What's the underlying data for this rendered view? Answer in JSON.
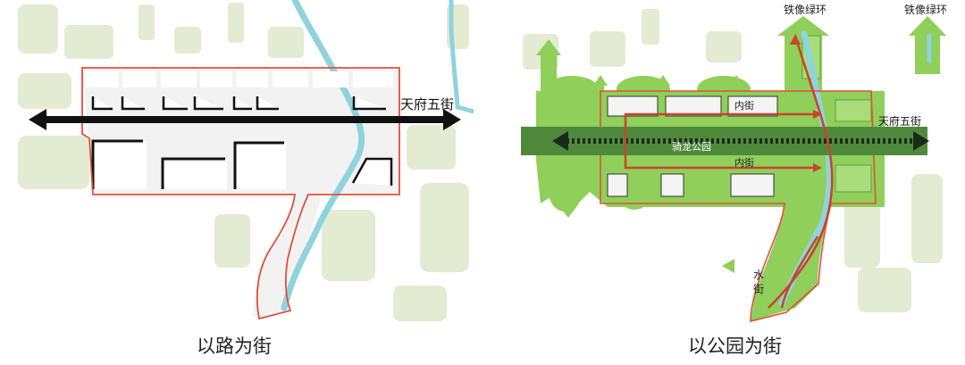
{
  "left_panel": {
    "road_label": "天府五街",
    "caption": "以路为街"
  },
  "right_panel": {
    "green_ring_label_1": "铁像绿环",
    "green_ring_label_2": "铁像绿环",
    "road_label": "天府五街",
    "park_label": "骑龙公园",
    "inner_street_label_1": "内街",
    "inner_street_label_2": "内街",
    "water_street_label": "水街",
    "caption": "以公园为街"
  },
  "colors": {
    "road_black": "#111111",
    "boundary_red": "#e0503c",
    "river_blue": "#8fd3dc",
    "light_green": "#8fcf5a",
    "park_green": "#4f8a3c",
    "path_red": "#c8442a",
    "context_green": "#e3ecd2"
  }
}
